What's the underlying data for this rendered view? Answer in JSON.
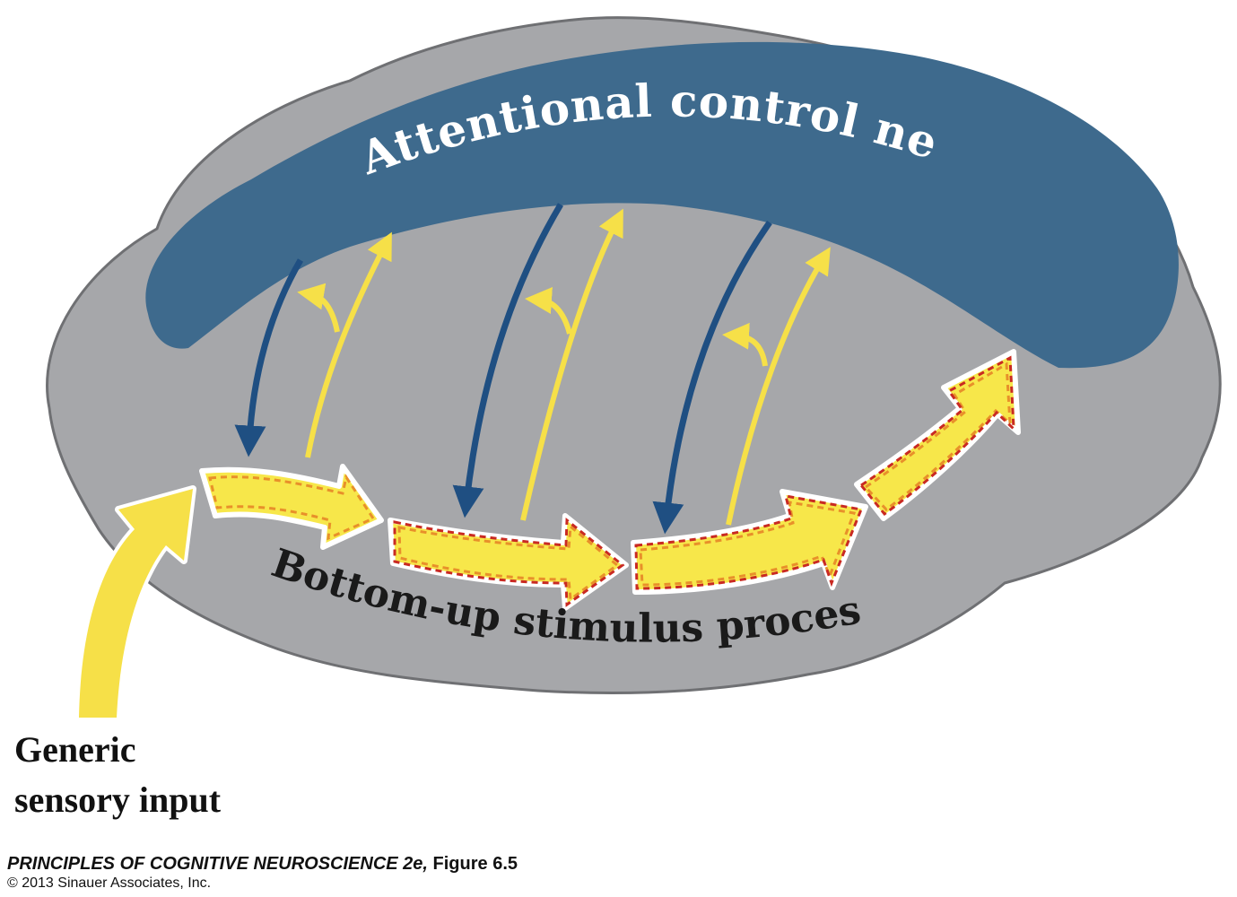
{
  "labels": {
    "top_network": "Attentional control network",
    "bottom_stream": "Bottom-up stimulus processing",
    "input_line1": "Generic",
    "input_line2": "sensory input"
  },
  "caption": {
    "book": "PRINCIPLES OF COGNITIVE NEUROSCIENCE 2e,",
    "figure": "Figure 6.5",
    "copyright": "© 2013 Sinauer Associates, Inc."
  },
  "colors": {
    "brain": "#a6a7aa",
    "brain_outline": "#6f7073",
    "network": "#3e6a8d",
    "topdown_arrow": "#1f4f82",
    "bottomup_arrow": "#f6e048",
    "stream_fill": "#f7e74a",
    "dash_orange": "#e8902a",
    "dash_red": "#c92a22"
  }
}
